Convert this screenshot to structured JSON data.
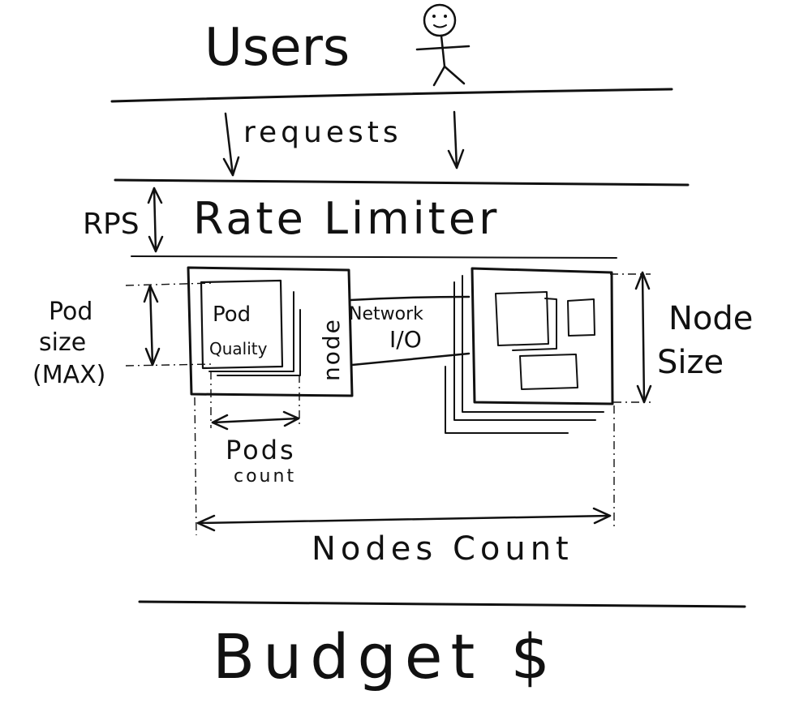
{
  "labels": {
    "users": "Users",
    "requests": "requests",
    "rps": "RPS",
    "rate_limiter": "Rate Limiter",
    "pod_size_line1": "Pod",
    "pod_size_line2": "size",
    "pod_size_line3": "(MAX)",
    "pod": "Pod",
    "quality": "Quality",
    "node": "node",
    "network_line1": "Network",
    "network_line2": "I/O",
    "node_size_line1": "Node",
    "node_size_line2": "Size",
    "pods_count_line1": "Pods",
    "pods_count_line2": "count",
    "nodes_count": "Nodes Count",
    "budget": "Budget $"
  },
  "icons": {
    "user": "stick-figure-icon"
  },
  "colors": {
    "ink": "#111111",
    "paper": "#ffffff"
  }
}
